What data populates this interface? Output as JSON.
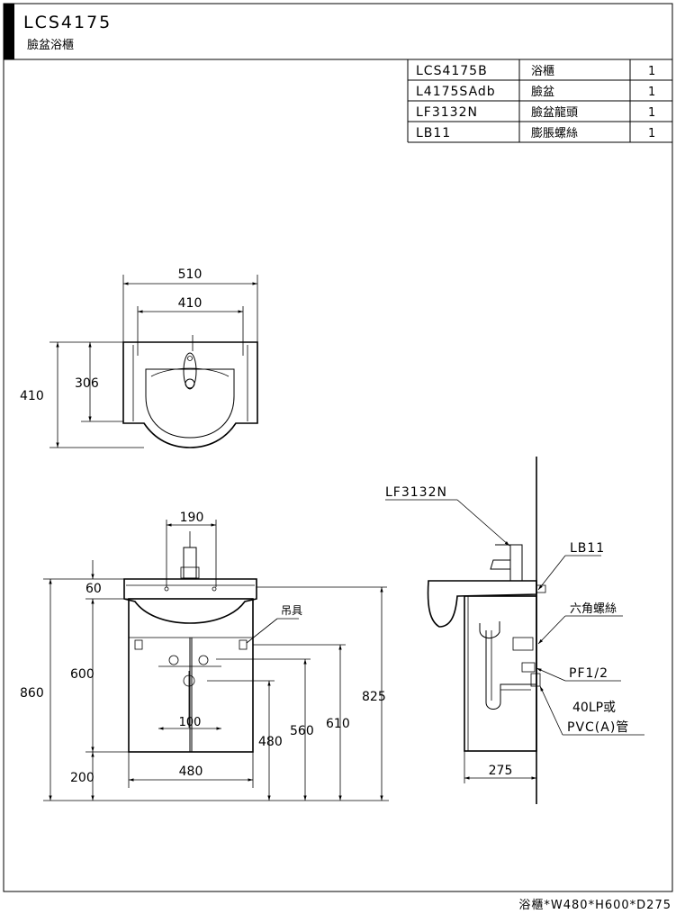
{
  "header": {
    "model": "LCS4175",
    "subtitle": "臉盆浴櫃"
  },
  "parts_table": [
    {
      "code": "LCS4175B",
      "name": "浴櫃",
      "qty": "1"
    },
    {
      "code": "L4175SAdb",
      "name": "臉盆",
      "qty": "1"
    },
    {
      "code": "LF3132N",
      "name": "臉盆龍頭",
      "qty": "1"
    },
    {
      "code": "LB11",
      "name": "膨脹螺絲",
      "qty": "1"
    }
  ],
  "top_view": {
    "dim_width_outer": "510",
    "dim_width_inner": "410",
    "dim_depth_inner": "306",
    "dim_depth_outer": "410"
  },
  "front_view": {
    "dim_faucet_span": "190",
    "dim_top_thickness": "60",
    "dim_cabinet_height": "600",
    "dim_total_height": "860",
    "dim_floor_gap": "200",
    "dim_width": "480",
    "dim_drain_spacing": "100",
    "dim_480": "480",
    "dim_560": "560",
    "dim_610": "610",
    "dim_825": "825",
    "hanger_label": "吊具"
  },
  "side_view": {
    "faucet_callout": "LF3132N",
    "anchor_callout": "LB11",
    "hex_bolt_callout": "六角螺絲",
    "pf_callout": "PF1/2",
    "pipe_callout_1": "40LP或",
    "pipe_callout_2": "PVC(A)管",
    "dim_depth": "275"
  },
  "footer": {
    "spec": "浴櫃*W480*H600*D275"
  }
}
